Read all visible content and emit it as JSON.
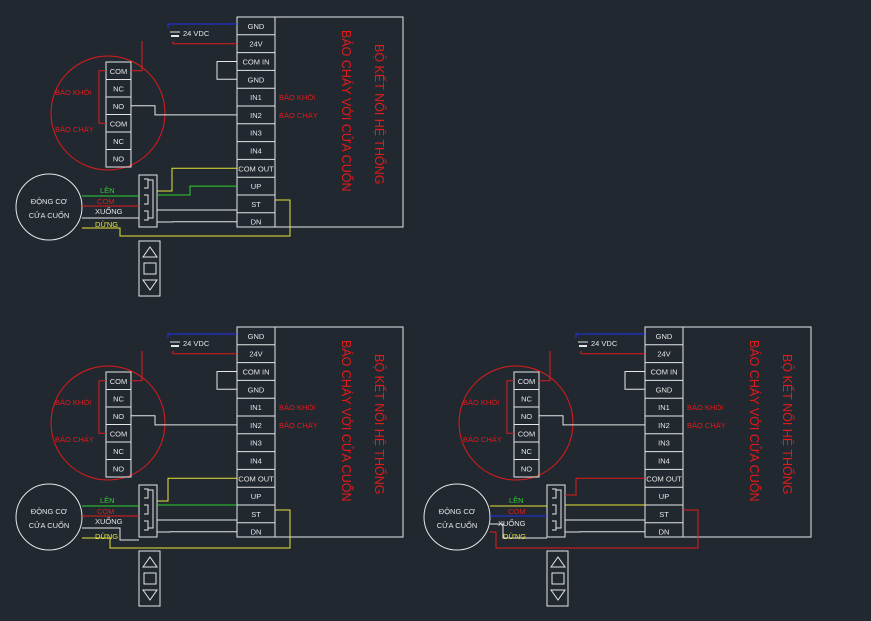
{
  "colors": {
    "background": "#212830",
    "line": "#e6e6e6",
    "red": "#e01b1b",
    "yellow": "#e8e33a",
    "green": "#2fd12f",
    "blue": "#2233ee"
  },
  "terminals": [
    "GND",
    "24V",
    "COM IN",
    "GND",
    "IN1",
    "IN2",
    "IN3",
    "IN4",
    "COM OUT",
    "UP",
    "ST",
    "DN"
  ],
  "sensor_terminals": [
    "COM",
    "NC",
    "NO",
    "COM",
    "NC",
    "NO"
  ],
  "labels": {
    "supply": "24 VDC",
    "sensor_smoke": "BÁO KHÓI",
    "sensor_fire": "BÁO CHÁY",
    "in1_label": "BÁO KHÓI",
    "in2_label": "BÁO CHÁY",
    "motor_line1": "ĐỘNG CƠ",
    "motor_line2": "CỬA CUỐN",
    "wire_up": "LÊN",
    "wire_com": "COM",
    "wire_down": "XUỐNG",
    "wire_stop": "DỪNG",
    "title_line1": "BỘ KẾT NỐI HỆ THỐNG",
    "title_line2": "BÁO CHÁY VỚI CỬA CUỐN"
  },
  "remote_icons": [
    "arrow-up-icon",
    "stop-square-icon",
    "arrow-down-icon"
  ]
}
